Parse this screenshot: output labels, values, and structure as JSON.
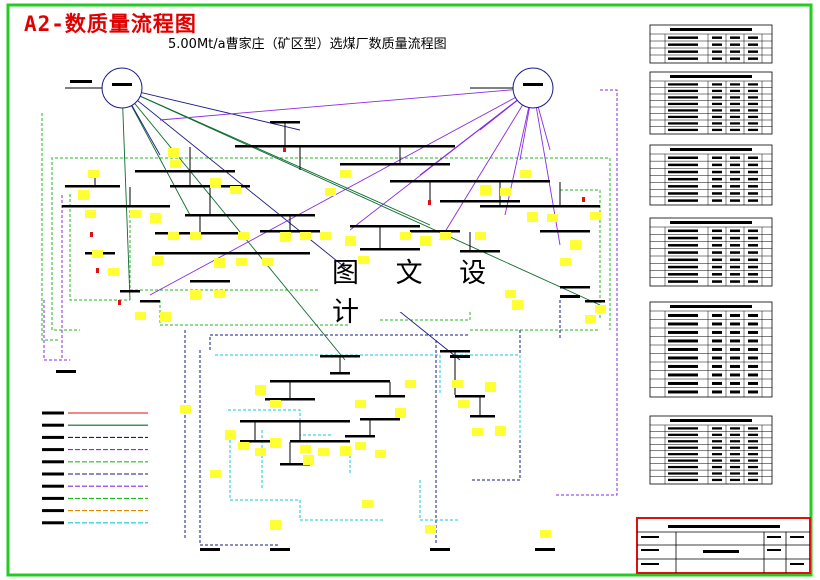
{
  "sheet_title": "A2-数质量流程图",
  "diagram_title": "5.00Mt/a曹家庄（矿区型）选煤厂数质量流程图",
  "watermark": "图 文 设 计",
  "colors": {
    "border": "#22cc22",
    "title_red": "#e00000",
    "yellow": "#ffff33",
    "green": "#22bb22",
    "cyan": "#11c8dd",
    "purple": "#8a2be2",
    "navy": "#1a1a8a",
    "dark_green": "#0b6b2a",
    "red": "#dd1111",
    "orange": "#e08a00"
  },
  "legend_line_colors": [
    "#dd1111",
    "#0b6b2a",
    "#1a1a8a",
    "#8a2be2",
    "#22bb22",
    "#1a1a8a",
    "#8a2be2",
    "#22bb22",
    "#e08a00",
    "#11c8dd"
  ]
}
